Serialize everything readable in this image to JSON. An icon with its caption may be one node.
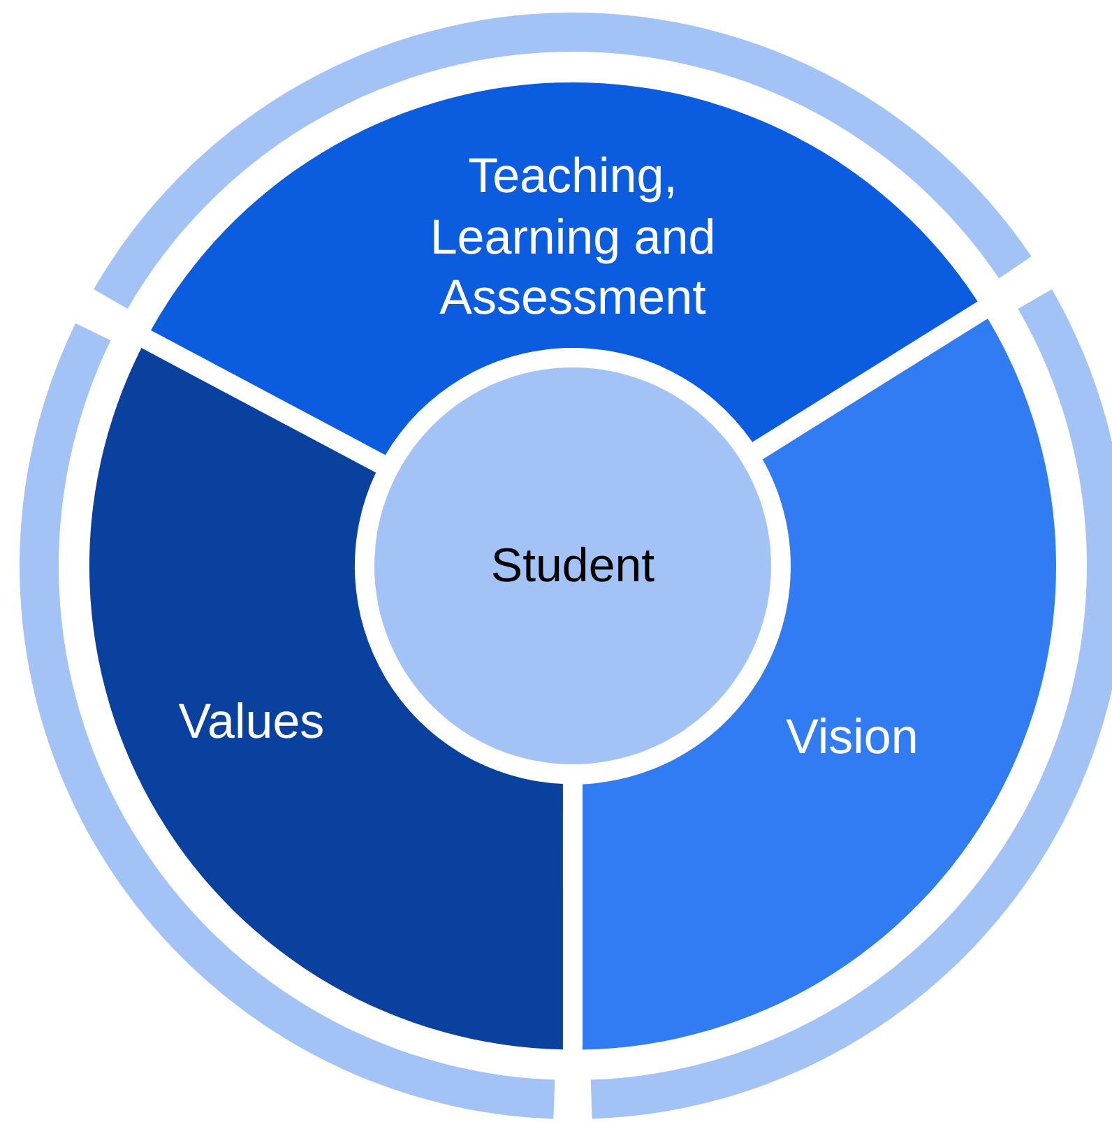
{
  "diagram": {
    "nodes": [
      {
        "text": [
          "Teaching, Learning and Assessment"
        ]
      },
      {
        "text": [
          "Student"
        ]
      },
      {
        "text": [
          "Values"
        ]
      },
      {
        "text": [
          "Vision"
        ]
      }
    ]
  }
}
